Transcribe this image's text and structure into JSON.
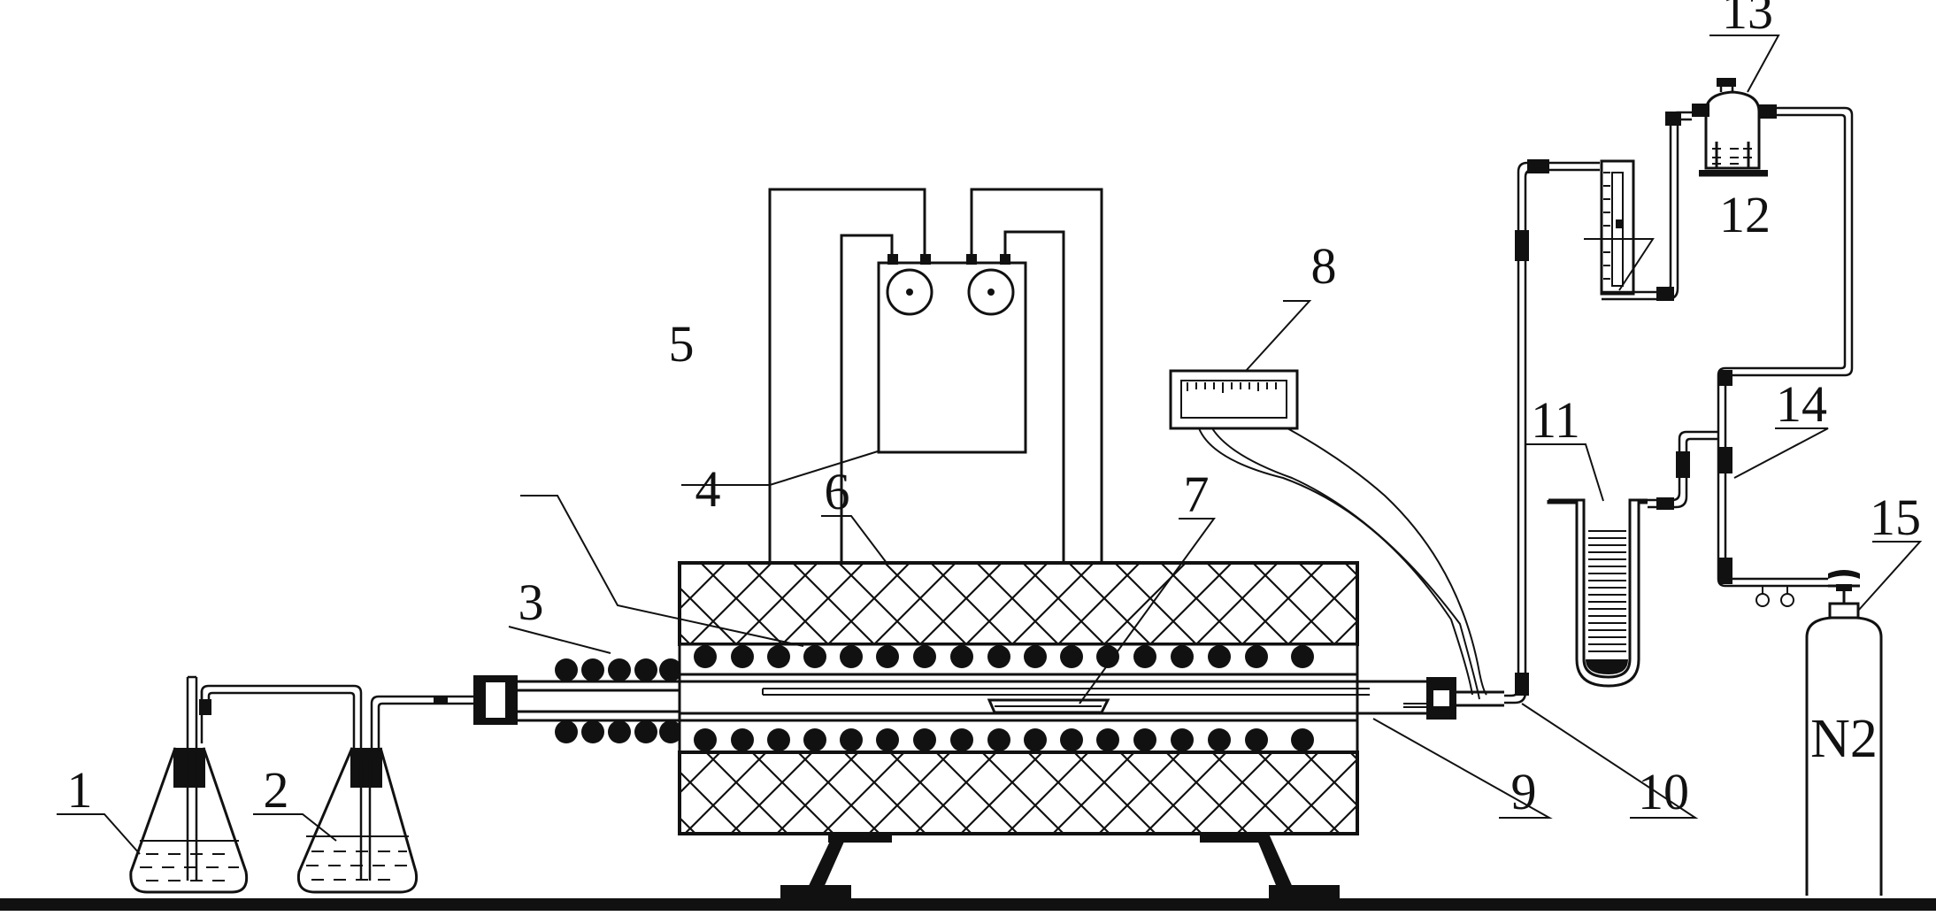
{
  "labels": {
    "l1": "1",
    "l2": "2",
    "l3": "3",
    "l4": "4",
    "l5": "5",
    "l6": "6",
    "l7": "7",
    "l8": "8",
    "l9": "9",
    "l10": "10",
    "l11": "11",
    "l12": "12",
    "l13": "13",
    "l14": "14",
    "l15": "15"
  },
  "cylinder_text": "N2",
  "colors": {
    "ink": "#111111",
    "paper": "#ffffff"
  }
}
